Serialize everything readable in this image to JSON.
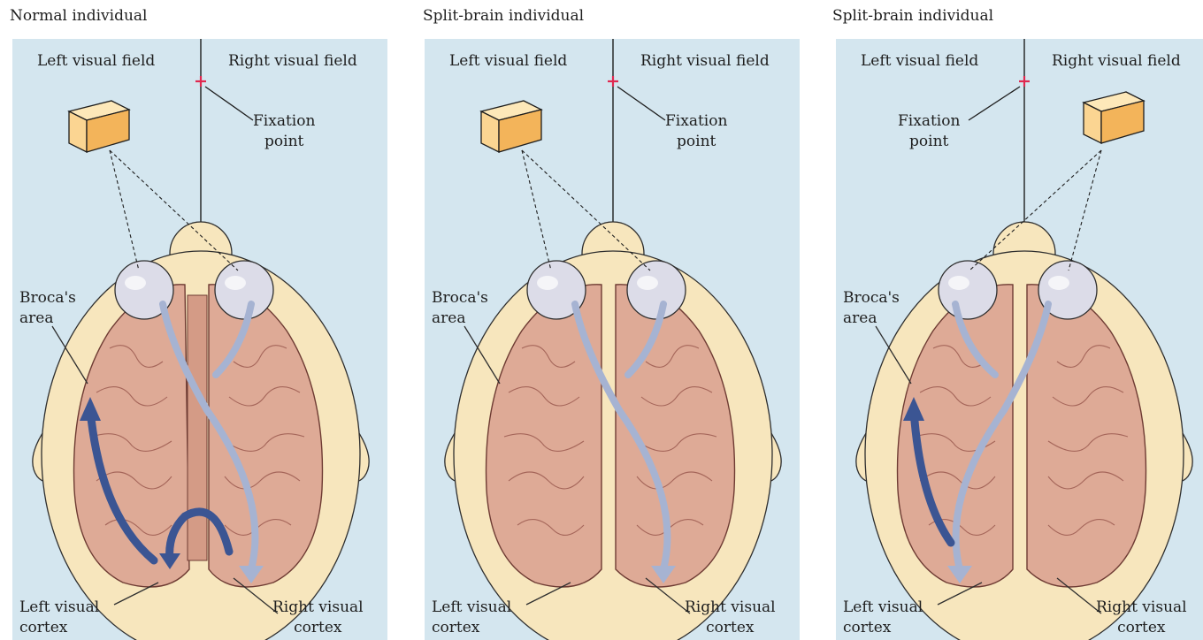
{
  "panels": [
    {
      "title": "Normal individual",
      "left_field": "Left visual field",
      "right_field": "Right visual field",
      "fixation_1": "Fixation",
      "fixation_2": "point",
      "broca_1": "Broca's",
      "broca_2": "area",
      "lvc_1": "Left visual",
      "lvc_2": "cortex",
      "rvc_1": "Right visual",
      "rvc_2": "cortex"
    },
    {
      "title": "Split-brain individual",
      "left_field": "Left visual field",
      "right_field": "Right visual field",
      "fixation_1": "Fixation",
      "fixation_2": "point",
      "broca_1": "Broca's",
      "broca_2": "area",
      "lvc_1": "Left visual",
      "lvc_2": "cortex",
      "rvc_1": "Right visual",
      "rvc_2": "cortex"
    },
    {
      "title": "Split-brain individual",
      "left_field": "Left visual field",
      "right_field": "Right visual field",
      "fixation_1": "Fixation",
      "fixation_2": "point",
      "broca_1": "Broca's",
      "broca_2": "area",
      "lvc_1": "Left visual",
      "lvc_2": "cortex",
      "rvc_1": "Right visual",
      "rvc_2": "cortex"
    }
  ],
  "colors": {
    "background": "#d4e6ef",
    "head": "#f7e6bd",
    "brain": "#deaa96",
    "gyri": "#a5665a",
    "cube_front": "#fbd592",
    "cube_side": "#f3b45a",
    "cube_top": "#fde8b9",
    "fixation": "#e0284f",
    "path_light": "#a6b3d2",
    "path_dark": "#3b5593"
  }
}
